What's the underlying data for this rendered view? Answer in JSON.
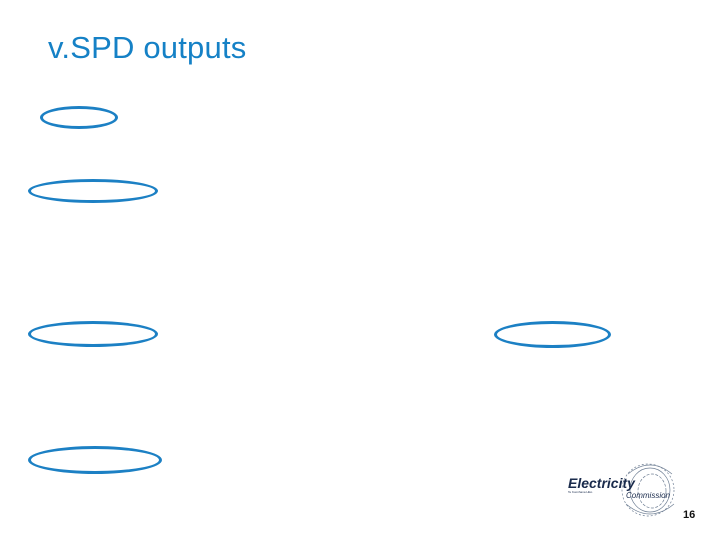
{
  "slide": {
    "title": "v.SPD outputs",
    "page_number": "16"
  },
  "logo": {
    "name": "Electricity",
    "subtitle": "Commission",
    "tagline": "Te Komihana Hiko"
  },
  "colors": {
    "title": "#1581c6",
    "ellipse_outline": "#1c80c4",
    "background": "#ffffff",
    "logo_text": "#1a2b4c"
  }
}
